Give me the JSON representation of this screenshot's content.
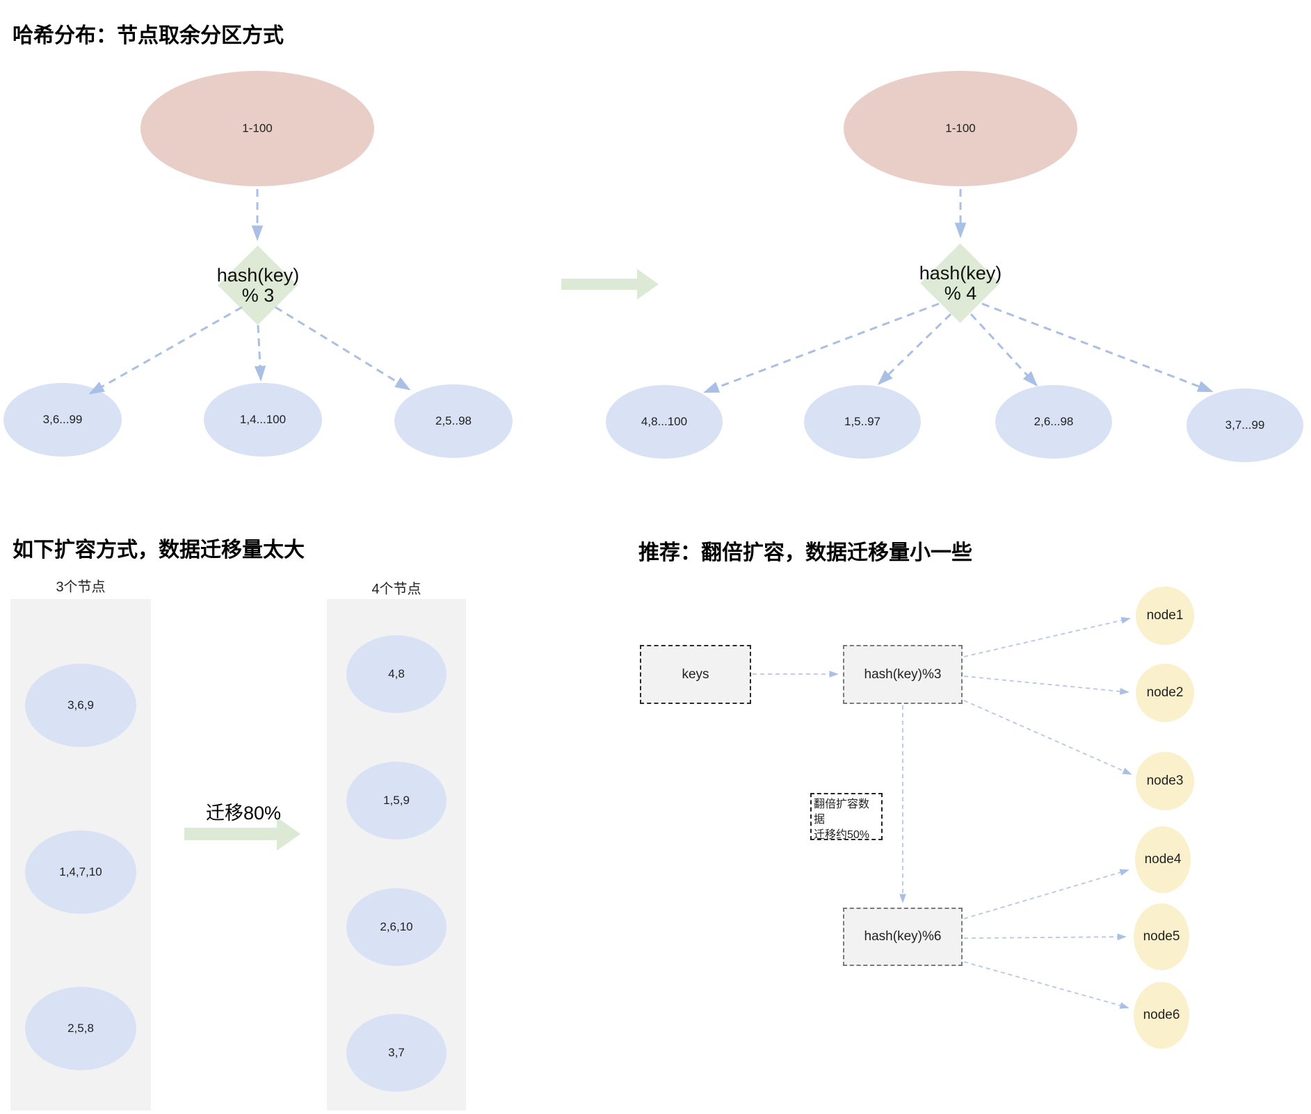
{
  "main_title": "哈希分布：节点取余分区方式",
  "overview": {
    "source": "1-100",
    "hash_left_line1": "hash(key)",
    "hash_left_line2": "% 3",
    "hash_right_line1": "hash(key)",
    "hash_right_line2": "% 4",
    "partitions_left": [
      "3,6...99",
      "1,4...100",
      "2,5..98"
    ],
    "partitions_right": [
      "4,8...100",
      "1,5..97",
      "2,6...98",
      "3,7...99"
    ]
  },
  "scale_up": {
    "title": "如下扩容方式，数据迁移量太大",
    "left_label": "3个节点",
    "right_label": "4个节点",
    "left_nodes": [
      "3,6,9",
      "1,4,7,10",
      "2,5,8"
    ],
    "right_nodes": [
      "4,8",
      "1,5,9",
      "2,6,10",
      "3,7"
    ],
    "migration": "迁移80%"
  },
  "recommended": {
    "title": "推荐：翻倍扩容，数据迁移量小一些",
    "keys": "keys",
    "hash3": "hash(key)%3",
    "hash6": "hash(key)%6",
    "note_line1": "翻倍扩容数据",
    "note_line2": "迁移约50%",
    "nodes": [
      "node1",
      "node2",
      "node3",
      "node4",
      "node5",
      "node6"
    ]
  },
  "colors": {
    "source_ellipse": "#E8CEC7",
    "hash_diamond": "#DFEAD6",
    "partition_ellipse": "#D9E2F5",
    "node_circle": "#FAF0CC",
    "column_bg": "#F2F2F2",
    "connector": "#A9BFE5",
    "green_arrow": "#DCE9D5"
  }
}
